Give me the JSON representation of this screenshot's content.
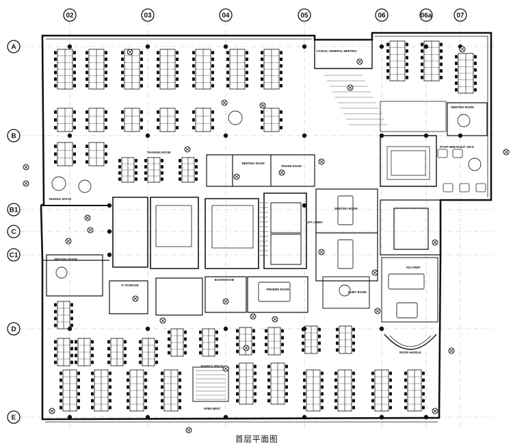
{
  "caption": "首层平面图",
  "columns": [
    "02",
    "03",
    "04",
    "05",
    "06",
    "06a",
    "07"
  ],
  "rows": [
    "A",
    "B",
    "B1",
    "C",
    "C1",
    "D",
    "E"
  ],
  "rooms": [
    {
      "id": "casual-meeting",
      "text": "CASUAL GENERAL MEETING"
    },
    {
      "id": "meeting-room-b",
      "text": "MEETING ROOM"
    },
    {
      "id": "staff-breakout",
      "text": "STAFF BREAKOUT 160 D"
    },
    {
      "id": "huddle-space-west",
      "text": "HUDDLE SPACE"
    },
    {
      "id": "phone-room",
      "text": "PHONE ROOM"
    },
    {
      "id": "training-room",
      "text": "TRAINING ROOM"
    },
    {
      "id": "meeting-room-core",
      "text": "MEETING ROOM"
    },
    {
      "id": "meeting-room-west",
      "text": "MEETING ROOM"
    },
    {
      "id": "lift-lobby",
      "text": "LIFT LOBBY"
    },
    {
      "id": "it-storage",
      "text": "IT STORAGE"
    },
    {
      "id": "meeting-room-c1",
      "text": "MEETING ROOM"
    },
    {
      "id": "tea-prep",
      "text": "TEA PREP"
    },
    {
      "id": "boardroom",
      "text": "BOARDROOM"
    },
    {
      "id": "premier-room",
      "text": "PREMIER ROOM"
    },
    {
      "id": "quiet-room",
      "text": "QUIET ROOM"
    },
    {
      "id": "moon-huddle",
      "text": "MOON HUDDLE"
    },
    {
      "id": "huddle-space-south",
      "text": "HUDDLE SPACE"
    },
    {
      "id": "open-meet",
      "text": "OPEN MEET"
    }
  ]
}
